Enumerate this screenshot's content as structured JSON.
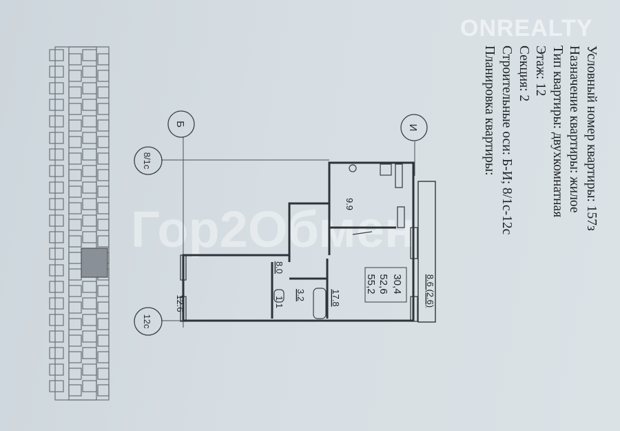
{
  "info": {
    "lines": [
      "Условный номер квартиры: 157з",
      "Назначение квартиры: жилое",
      "Тип квартиры: двухкомнатная",
      "Этаж: 12",
      "Секция: 2",
      "Строительные оси: Б-И; 8/1с-12с",
      "Планировка квартиры:"
    ]
  },
  "axes": {
    "b": "Б",
    "i": "И",
    "a81": "8/1с",
    "a12": "12с"
  },
  "rooms": {
    "room1": "12.6",
    "hall": "8.0",
    "wc": "1.1",
    "bath": "3.2",
    "room2": "17.8",
    "kitchen": "9.9",
    "living": "30,4",
    "total": "52,6",
    "total_balcony": "55,2",
    "balcony": "8.6 (2.6)"
  },
  "watermarks": {
    "top": "ONREALTY",
    "center": "Гор2Обмен"
  }
}
